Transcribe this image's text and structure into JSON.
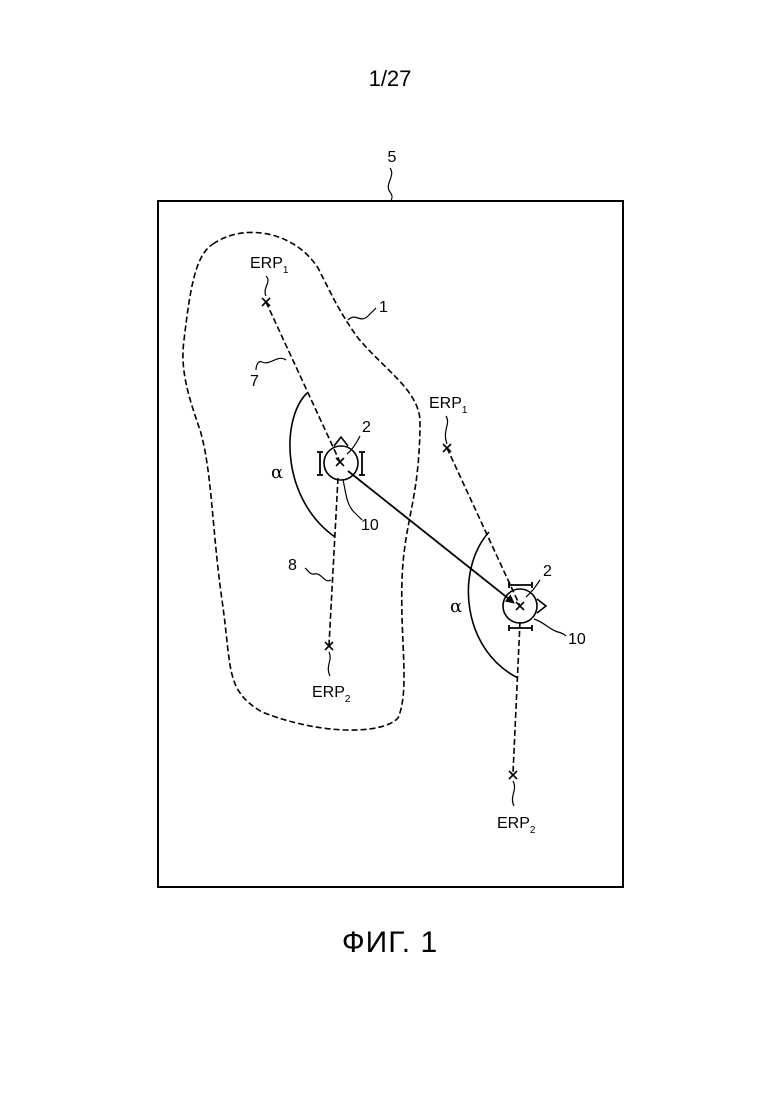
{
  "header": {
    "page_number": "1/27"
  },
  "figure": {
    "caption": "ФИГ. 1",
    "labels": {
      "frame": "5",
      "zone": "1",
      "line_a": "7",
      "line_b": "8",
      "marker": "2",
      "rotation": "10",
      "angle": "α",
      "ref_point_prefix": "ERP",
      "sub_1": "1",
      "sub_2": "2"
    }
  }
}
